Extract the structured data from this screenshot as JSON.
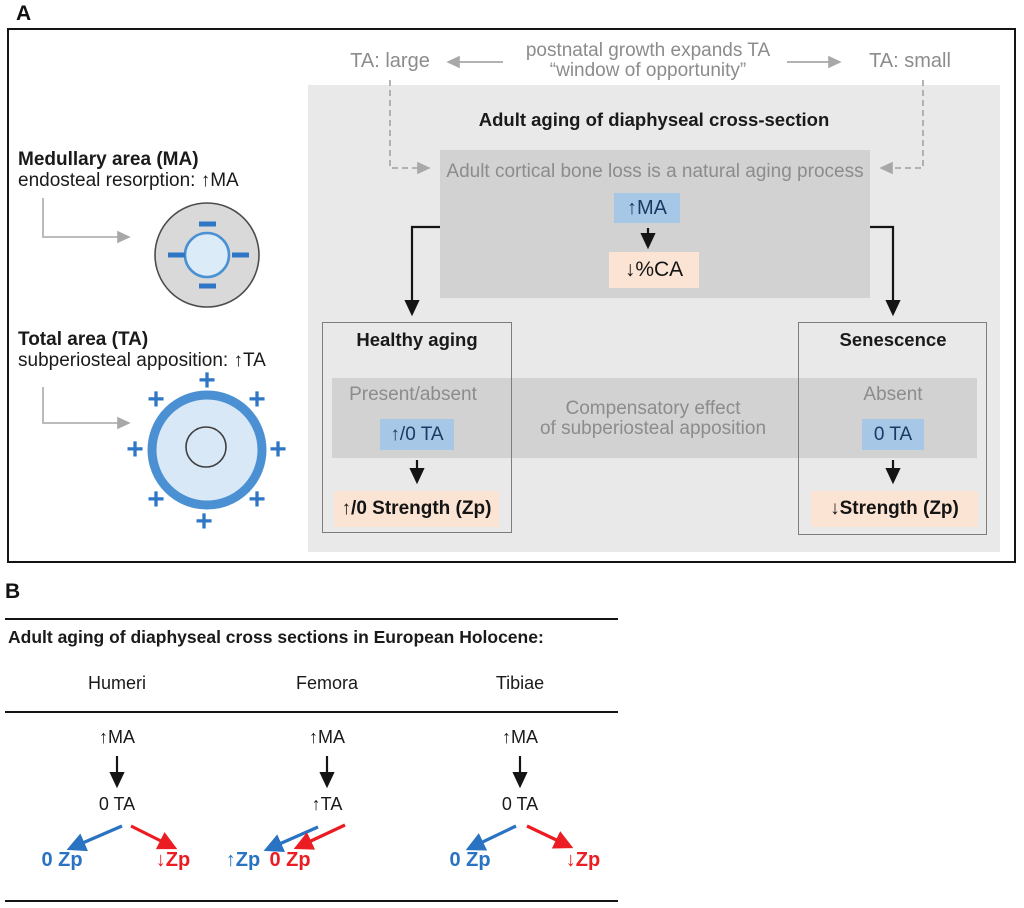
{
  "colors": {
    "light_gray_bg": "#e9e9e9",
    "dark_gray_bg": "#d2d2d2",
    "chip_blue_bg": "#a7c7e7",
    "chip_blue_text": "#1b3a63",
    "chip_peach_bg": "#fbe4d4",
    "accent_blue": "#2a72c2",
    "accent_red": "#ec1c23",
    "muted_text": "#8c8c8c",
    "circle_blue_stroke": "#4a90d3",
    "circle_light_blue_fill": "#d9e8f6",
    "ma_outer_fill": "#d9d9d9"
  },
  "panel_a": {
    "label": "A",
    "growth_annotation": {
      "ta_large": "TA: large",
      "line1": "postnatal growth expands TA",
      "line2": "“window of opportunity”",
      "ta_small": "TA: small"
    },
    "legend": {
      "ma_title": "Medullary area (MA)",
      "ma_subtitle": "endosteal resorption: ↑MA",
      "ta_title": "Total area (TA)",
      "ta_subtitle": "subperiosteal apposition: ↑TA",
      "minus_symbol": "−",
      "plus_symbol": "+"
    },
    "main_title": "Adult aging of diaphyseal cross-section",
    "natural_process": {
      "text": "Adult cortical bone loss is a natural aging process",
      "ma_chip": "↑MA",
      "ca_chip": "↓%CA"
    },
    "healthy": {
      "title": "Healthy aging",
      "status": "Present/absent",
      "ta_chip": "↑/0 TA",
      "outcome": "↑/0 Strength (Zp)"
    },
    "senescence": {
      "title": "Senescence",
      "status": "Absent",
      "ta_chip": "0 TA",
      "outcome": "↓Strength (Zp)"
    },
    "band": {
      "line1": "Compensatory effect",
      "line2": "of subperiosteal apposition"
    }
  },
  "panel_b": {
    "label": "B",
    "title": "Adult aging of diaphyseal cross sections in European Holocene:",
    "columns": [
      {
        "name": "Humeri",
        "step1": "↑MA",
        "step2": "0 TA",
        "outcome_blue": "0 Zp",
        "outcome_red": "↓Zp"
      },
      {
        "name": "Femora",
        "step1": "↑MA",
        "step2": "↑TA",
        "outcome_blue": "↑Zp",
        "outcome_red": "0 Zp"
      },
      {
        "name": "Tibiae",
        "step1": "↑MA",
        "step2": "0 TA",
        "outcome_blue": "0 Zp",
        "outcome_red": "↓Zp"
      }
    ]
  }
}
